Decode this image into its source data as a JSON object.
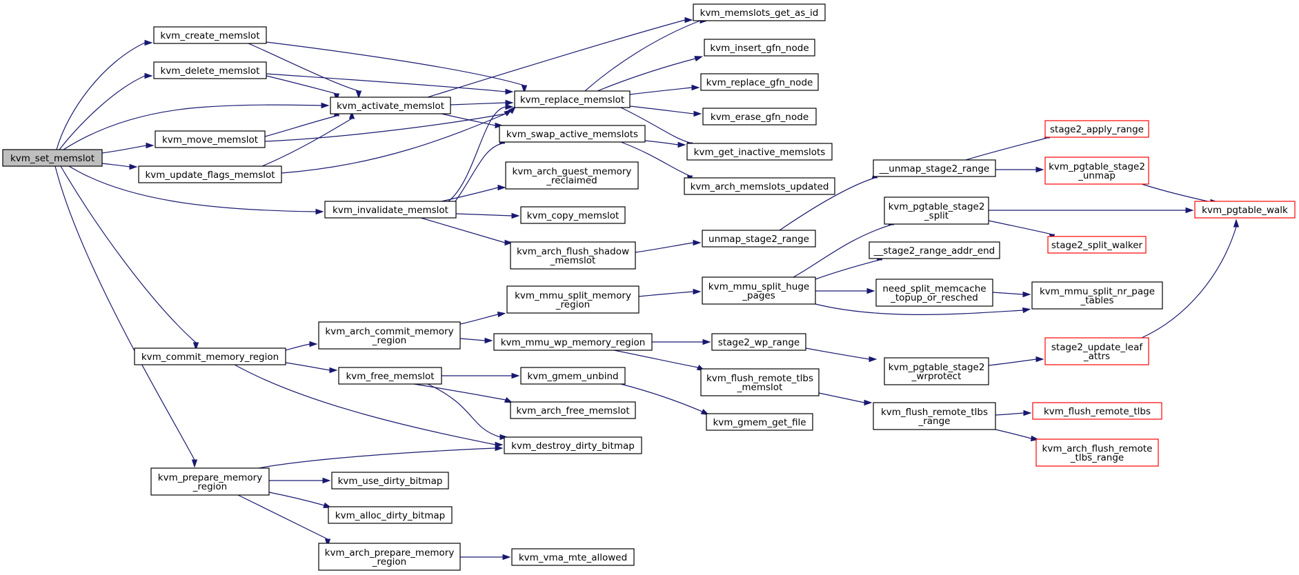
{
  "graph": {
    "colors": {
      "edge": "#191970",
      "node_border": "#000000",
      "truncated_node_border": "#ff0000",
      "root_fill": "#bfbfbf",
      "node_fill": "#ffffff"
    },
    "nodes": [
      {
        "id": "kvm_set_memslot",
        "lines": [
          "kvm_set_memslot"
        ],
        "root": true
      },
      {
        "id": "kvm_create_memslot",
        "lines": [
          "kvm_create_memslot"
        ]
      },
      {
        "id": "kvm_delete_memslot",
        "lines": [
          "kvm_delete_memslot"
        ]
      },
      {
        "id": "kvm_activate_memslot",
        "lines": [
          "kvm_activate_memslot"
        ]
      },
      {
        "id": "kvm_move_memslot",
        "lines": [
          "kvm_move_memslot"
        ]
      },
      {
        "id": "kvm_update_flags_memslot",
        "lines": [
          "kvm_update_flags_memslot"
        ]
      },
      {
        "id": "kvm_invalidate_memslot",
        "lines": [
          "kvm_invalidate_memslot"
        ]
      },
      {
        "id": "kvm_commit_memory_region",
        "lines": [
          "kvm_commit_memory_region"
        ]
      },
      {
        "id": "kvm_prepare_memory_region",
        "lines": [
          "kvm_prepare_memory",
          "_region"
        ]
      },
      {
        "id": "kvm_memslots_get_as_id",
        "lines": [
          "kvm_memslots_get_as_id"
        ]
      },
      {
        "id": "kvm_replace_memslot",
        "lines": [
          "kvm_replace_memslot"
        ]
      },
      {
        "id": "kvm_insert_gfn_node",
        "lines": [
          "kvm_insert_gfn_node"
        ]
      },
      {
        "id": "kvm_replace_gfn_node",
        "lines": [
          "kvm_replace_gfn_node"
        ]
      },
      {
        "id": "kvm_erase_gfn_node",
        "lines": [
          "kvm_erase_gfn_node"
        ]
      },
      {
        "id": "kvm_swap_active_memslots",
        "lines": [
          "kvm_swap_active_memslots"
        ]
      },
      {
        "id": "kvm_get_inactive_memslots",
        "lines": [
          "kvm_get_inactive_memslots"
        ]
      },
      {
        "id": "kvm_arch_memslots_updated",
        "lines": [
          "kvm_arch_memslots_updated"
        ]
      },
      {
        "id": "kvm_arch_guest_memory_reclaimed",
        "lines": [
          "kvm_arch_guest_memory",
          "_reclaimed"
        ]
      },
      {
        "id": "kvm_copy_memslot",
        "lines": [
          "kvm_copy_memslot"
        ]
      },
      {
        "id": "kvm_arch_flush_shadow_memslot",
        "lines": [
          "kvm_arch_flush_shadow",
          "_memslot"
        ]
      },
      {
        "id": "unmap_stage2_range",
        "lines": [
          "unmap_stage2_range"
        ]
      },
      {
        "id": "__unmap_stage2_range",
        "lines": [
          "__unmap_stage2_range"
        ]
      },
      {
        "id": "stage2_apply_range",
        "lines": [
          "stage2_apply_range"
        ],
        "truncated": true
      },
      {
        "id": "kvm_pgtable_stage2_unmap",
        "lines": [
          "kvm_pgtable_stage2",
          "_unmap"
        ],
        "truncated": true
      },
      {
        "id": "kvm_pgtable_walk",
        "lines": [
          "kvm_pgtable_walk"
        ],
        "truncated": true
      },
      {
        "id": "kvm_pgtable_stage2_split",
        "lines": [
          "kvm_pgtable_stage2",
          "_split"
        ]
      },
      {
        "id": "stage2_split_walker",
        "lines": [
          "stage2_split_walker"
        ],
        "truncated": true
      },
      {
        "id": "__stage2_range_addr_end",
        "lines": [
          "__stage2_range_addr_end"
        ]
      },
      {
        "id": "kvm_mmu_split_memory_region",
        "lines": [
          "kvm_mmu_split_memory",
          "_region"
        ]
      },
      {
        "id": "kvm_mmu_split_huge_pages",
        "lines": [
          "kvm_mmu_split_huge",
          "_pages"
        ]
      },
      {
        "id": "need_split_memcache_topup_or_resched",
        "lines": [
          "need_split_memcache",
          "_topup_or_resched"
        ]
      },
      {
        "id": "kvm_mmu_split_nr_page_tables",
        "lines": [
          "kvm_mmu_split_nr_page",
          "_tables"
        ]
      },
      {
        "id": "kvm_arch_commit_memory_region",
        "lines": [
          "kvm_arch_commit_memory",
          "_region"
        ]
      },
      {
        "id": "kvm_mmu_wp_memory_region",
        "lines": [
          "kvm_mmu_wp_memory_region"
        ]
      },
      {
        "id": "stage2_wp_range",
        "lines": [
          "stage2_wp_range"
        ]
      },
      {
        "id": "kvm_pgtable_stage2_wrprotect",
        "lines": [
          "kvm_pgtable_stage2",
          "_wrprotect"
        ]
      },
      {
        "id": "stage2_update_leaf_attrs",
        "lines": [
          "stage2_update_leaf",
          "_attrs"
        ],
        "truncated": true
      },
      {
        "id": "kvm_free_memslot",
        "lines": [
          "kvm_free_memslot"
        ]
      },
      {
        "id": "kvm_gmem_unbind",
        "lines": [
          "kvm_gmem_unbind"
        ]
      },
      {
        "id": "kvm_flush_remote_tlbs_memslot",
        "lines": [
          "kvm_flush_remote_tlbs",
          "_memslot"
        ]
      },
      {
        "id": "kvm_gmem_get_file",
        "lines": [
          "kvm_gmem_get_file"
        ]
      },
      {
        "id": "kvm_arch_free_memslot",
        "lines": [
          "kvm_arch_free_memslot"
        ]
      },
      {
        "id": "kvm_flush_remote_tlbs_range",
        "lines": [
          "kvm_flush_remote_tlbs",
          "_range"
        ]
      },
      {
        "id": "kvm_flush_remote_tlbs",
        "lines": [
          "kvm_flush_remote_tlbs"
        ],
        "truncated": true
      },
      {
        "id": "kvm_arch_flush_remote_tlbs_range",
        "lines": [
          "kvm_arch_flush_remote",
          "_tlbs_range"
        ],
        "truncated": true
      },
      {
        "id": "kvm_destroy_dirty_bitmap",
        "lines": [
          "kvm_destroy_dirty_bitmap"
        ]
      },
      {
        "id": "kvm_use_dirty_bitmap",
        "lines": [
          "kvm_use_dirty_bitmap"
        ]
      },
      {
        "id": "kvm_alloc_dirty_bitmap",
        "lines": [
          "kvm_alloc_dirty_bitmap"
        ]
      },
      {
        "id": "kvm_arch_prepare_memory_region",
        "lines": [
          "kvm_arch_prepare_memory",
          "_region"
        ]
      },
      {
        "id": "kvm_vma_mte_allowed",
        "lines": [
          "kvm_vma_mte_allowed"
        ]
      }
    ],
    "edges": [
      [
        "kvm_set_memslot",
        "kvm_create_memslot"
      ],
      [
        "kvm_set_memslot",
        "kvm_delete_memslot"
      ],
      [
        "kvm_set_memslot",
        "kvm_activate_memslot"
      ],
      [
        "kvm_set_memslot",
        "kvm_move_memslot"
      ],
      [
        "kvm_set_memslot",
        "kvm_update_flags_memslot"
      ],
      [
        "kvm_set_memslot",
        "kvm_invalidate_memslot"
      ],
      [
        "kvm_set_memslot",
        "kvm_commit_memory_region"
      ],
      [
        "kvm_set_memslot",
        "kvm_prepare_memory_region"
      ],
      [
        "kvm_create_memslot",
        "kvm_activate_memslot"
      ],
      [
        "kvm_create_memslot",
        "kvm_replace_memslot"
      ],
      [
        "kvm_delete_memslot",
        "kvm_activate_memslot"
      ],
      [
        "kvm_delete_memslot",
        "kvm_replace_memslot"
      ],
      [
        "kvm_move_memslot",
        "kvm_activate_memslot"
      ],
      [
        "kvm_move_memslot",
        "kvm_replace_memslot"
      ],
      [
        "kvm_update_flags_memslot",
        "kvm_activate_memslot"
      ],
      [
        "kvm_update_flags_memslot",
        "kvm_replace_memslot"
      ],
      [
        "kvm_activate_memslot",
        "kvm_memslots_get_as_id"
      ],
      [
        "kvm_activate_memslot",
        "kvm_replace_memslot"
      ],
      [
        "kvm_activate_memslot",
        "kvm_swap_active_memslots"
      ],
      [
        "kvm_replace_memslot",
        "kvm_memslots_get_as_id"
      ],
      [
        "kvm_replace_memslot",
        "kvm_insert_gfn_node"
      ],
      [
        "kvm_replace_memslot",
        "kvm_replace_gfn_node"
      ],
      [
        "kvm_replace_memslot",
        "kvm_erase_gfn_node"
      ],
      [
        "kvm_replace_memslot",
        "kvm_get_inactive_memslots"
      ],
      [
        "kvm_swap_active_memslots",
        "kvm_get_inactive_memslots"
      ],
      [
        "kvm_swap_active_memslots",
        "kvm_arch_memslots_updated"
      ],
      [
        "kvm_invalidate_memslot",
        "kvm_replace_memslot"
      ],
      [
        "kvm_invalidate_memslot",
        "kvm_swap_active_memslots"
      ],
      [
        "kvm_invalidate_memslot",
        "kvm_arch_guest_memory_reclaimed"
      ],
      [
        "kvm_invalidate_memslot",
        "kvm_copy_memslot"
      ],
      [
        "kvm_invalidate_memslot",
        "kvm_arch_flush_shadow_memslot"
      ],
      [
        "kvm_arch_flush_shadow_memslot",
        "unmap_stage2_range"
      ],
      [
        "unmap_stage2_range",
        "__unmap_stage2_range"
      ],
      [
        "__unmap_stage2_range",
        "stage2_apply_range"
      ],
      [
        "__unmap_stage2_range",
        "kvm_pgtable_stage2_unmap"
      ],
      [
        "kvm_pgtable_stage2_unmap",
        "kvm_pgtable_walk"
      ],
      [
        "kvm_pgtable_stage2_split",
        "kvm_pgtable_walk"
      ],
      [
        "kvm_pgtable_stage2_split",
        "stage2_split_walker"
      ],
      [
        "kvm_commit_memory_region",
        "kvm_arch_commit_memory_region"
      ],
      [
        "kvm_commit_memory_region",
        "kvm_free_memslot"
      ],
      [
        "kvm_commit_memory_region",
        "kvm_destroy_dirty_bitmap"
      ],
      [
        "kvm_arch_commit_memory_region",
        "kvm_mmu_split_memory_region"
      ],
      [
        "kvm_arch_commit_memory_region",
        "kvm_mmu_wp_memory_region"
      ],
      [
        "kvm_mmu_split_memory_region",
        "kvm_mmu_split_huge_pages"
      ],
      [
        "kvm_mmu_split_huge_pages",
        "kvm_pgtable_stage2_split"
      ],
      [
        "kvm_mmu_split_huge_pages",
        "__stage2_range_addr_end"
      ],
      [
        "kvm_mmu_split_huge_pages",
        "need_split_memcache_topup_or_resched"
      ],
      [
        "kvm_mmu_split_huge_pages",
        "kvm_mmu_split_nr_page_tables"
      ],
      [
        "need_split_memcache_topup_or_resched",
        "kvm_mmu_split_nr_page_tables"
      ],
      [
        "kvm_mmu_wp_memory_region",
        "stage2_wp_range"
      ],
      [
        "kvm_mmu_wp_memory_region",
        "kvm_flush_remote_tlbs_memslot"
      ],
      [
        "stage2_wp_range",
        "kvm_pgtable_stage2_wrprotect"
      ],
      [
        "kvm_pgtable_stage2_wrprotect",
        "stage2_update_leaf_attrs"
      ],
      [
        "stage2_update_leaf_attrs",
        "kvm_pgtable_walk"
      ],
      [
        "kvm_flush_remote_tlbs_memslot",
        "kvm_flush_remote_tlbs_range"
      ],
      [
        "kvm_flush_remote_tlbs_range",
        "kvm_flush_remote_tlbs"
      ],
      [
        "kvm_flush_remote_tlbs_range",
        "kvm_arch_flush_remote_tlbs_range"
      ],
      [
        "kvm_free_memslot",
        "kvm_gmem_unbind"
      ],
      [
        "kvm_free_memslot",
        "kvm_arch_free_memslot"
      ],
      [
        "kvm_free_memslot",
        "kvm_destroy_dirty_bitmap"
      ],
      [
        "kvm_gmem_unbind",
        "kvm_gmem_get_file"
      ],
      [
        "kvm_prepare_memory_region",
        "kvm_destroy_dirty_bitmap"
      ],
      [
        "kvm_prepare_memory_region",
        "kvm_use_dirty_bitmap"
      ],
      [
        "kvm_prepare_memory_region",
        "kvm_alloc_dirty_bitmap"
      ],
      [
        "kvm_prepare_memory_region",
        "kvm_arch_prepare_memory_region"
      ],
      [
        "kvm_arch_prepare_memory_region",
        "kvm_vma_mte_allowed"
      ]
    ]
  }
}
